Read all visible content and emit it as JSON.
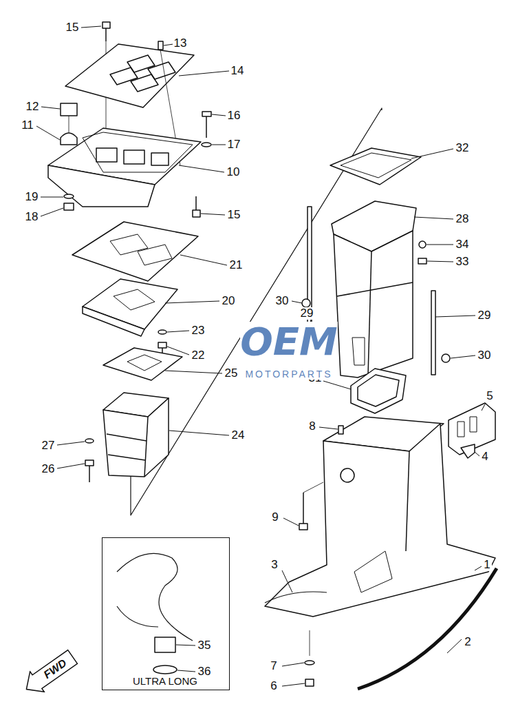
{
  "diagram": {
    "nodes": [
      {
        "text": [
          "ULTRA LONG"
        ]
      },
      {
        "text": [
          "FWD"
        ]
      }
    ],
    "labels": [
      "15",
      "13",
      "14",
      "12",
      "16",
      "11",
      "17",
      "10",
      "19",
      "15",
      "18",
      "21",
      "20",
      "23",
      "22",
      "25",
      "24",
      "27",
      "26",
      "32",
      "28",
      "34",
      "33",
      "30",
      "29",
      "29",
      "30",
      "31",
      "5",
      "8",
      "4",
      "9",
      "1",
      "3",
      "2",
      "7",
      "6",
      "35",
      "36",
      "OEM",
      "MOTORPARTS"
    ]
  }
}
